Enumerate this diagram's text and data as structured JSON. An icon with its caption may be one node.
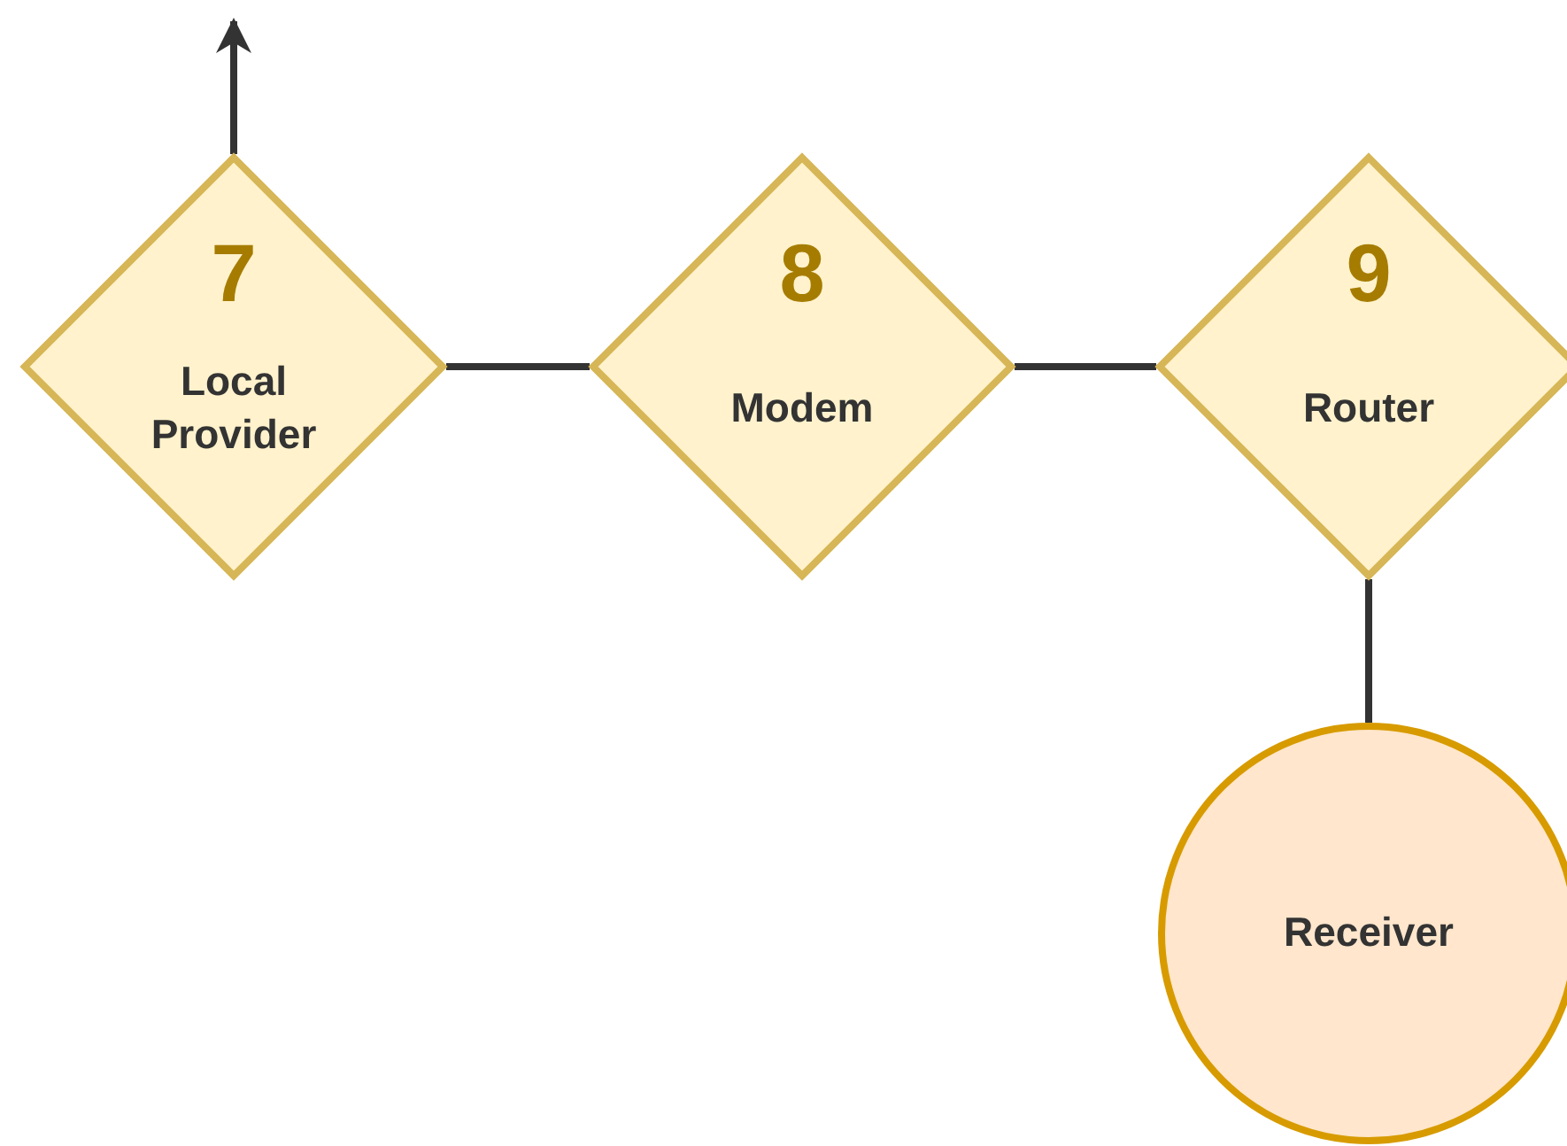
{
  "diagram": {
    "nodes": [
      {
        "text": [
          "7",
          "Local Provider"
        ]
      },
      {
        "text": [
          "8",
          "Modem"
        ]
      },
      {
        "text": [
          "9",
          "Router"
        ]
      },
      {
        "text": [
          "Receiver"
        ]
      }
    ],
    "edges": [
      {
        "from": 0,
        "to": null,
        "arrow": "to"
      },
      {
        "from": 0,
        "to": 1,
        "arrow": "none"
      },
      {
        "from": 1,
        "to": 2,
        "arrow": "none"
      },
      {
        "from": 2,
        "to": 3,
        "arrow": "none"
      }
    ]
  }
}
